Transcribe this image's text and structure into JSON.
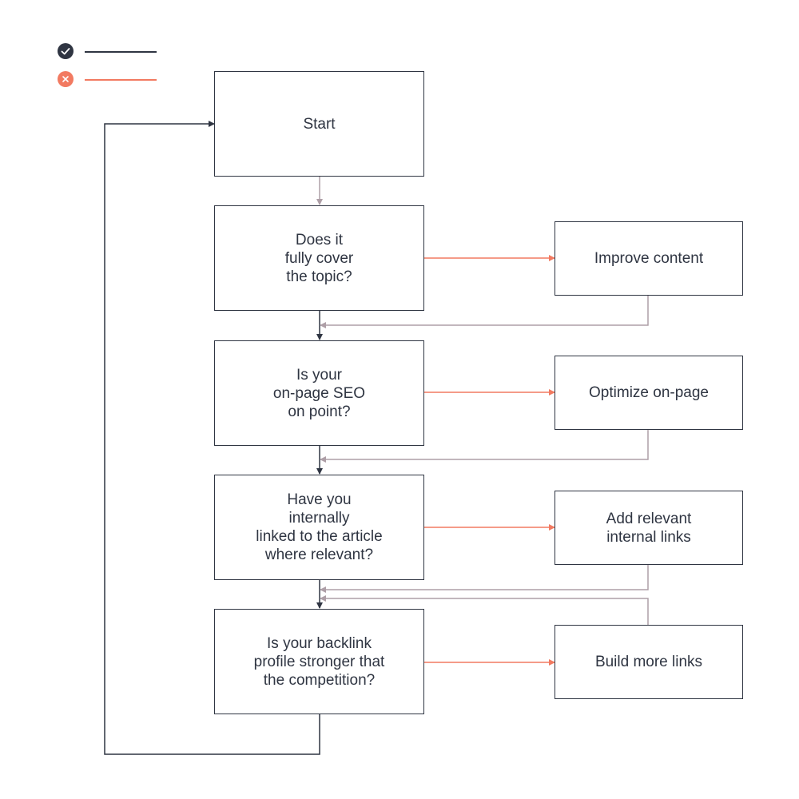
{
  "colors": {
    "yes": "#2f3542",
    "no": "#f27a61",
    "return": "#ae9fa7",
    "text": "#2f3542"
  },
  "legend": {
    "yes_icon": "check-icon",
    "no_icon": "close-icon"
  },
  "nodes": {
    "start": "Start",
    "q1": "Does it\nfully cover\nthe topic?",
    "q2": "Is your\non-page SEO\non point?",
    "q3": "Have you\ninternally\nlinked to the article\nwhere relevant?",
    "q4": "Is your backlink\nprofile stronger that\nthe competition?",
    "a1": "Improve content",
    "a2": "Optimize on-page",
    "a3": "Add relevant\ninternal links",
    "a4": "Build more links"
  }
}
